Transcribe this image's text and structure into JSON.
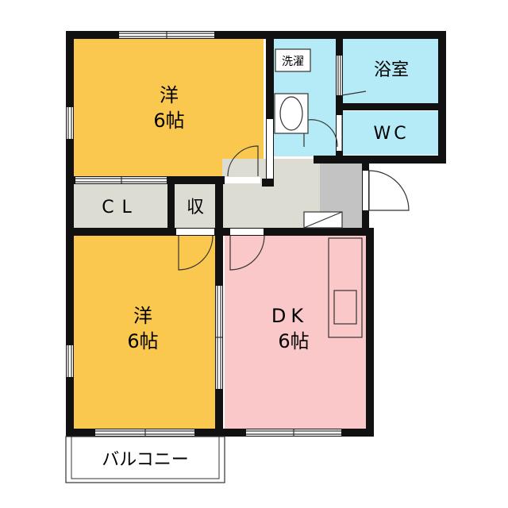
{
  "rooms": {
    "western_room_top": {
      "name": "洋",
      "size": "6帖",
      "color": "#fac84f"
    },
    "western_room_bottom": {
      "name": "洋",
      "size": "6帖",
      "color": "#fac84f"
    },
    "dining_kitchen": {
      "name": "DK",
      "size": "6帖",
      "color": "#fac8c8"
    },
    "bathroom": {
      "name": "浴室",
      "color": "#b4ebf6"
    },
    "toilet": {
      "name": "WC",
      "color": "#b4ebf6"
    },
    "washroom": {
      "name": "洗濯",
      "color": "#b4ebf6"
    },
    "closet": {
      "name": "CL",
      "color": "#dcdcd3"
    },
    "storage": {
      "name": "収",
      "color": "#dcdcd3"
    },
    "hall": {
      "color": "#dcdcd3"
    },
    "entrance": {
      "color": "#c3c3c3"
    },
    "balcony": {
      "name": "バルコニー",
      "color": "#ffffff"
    }
  },
  "colors": {
    "wall": "#111111",
    "fixture_line": "#333333"
  }
}
